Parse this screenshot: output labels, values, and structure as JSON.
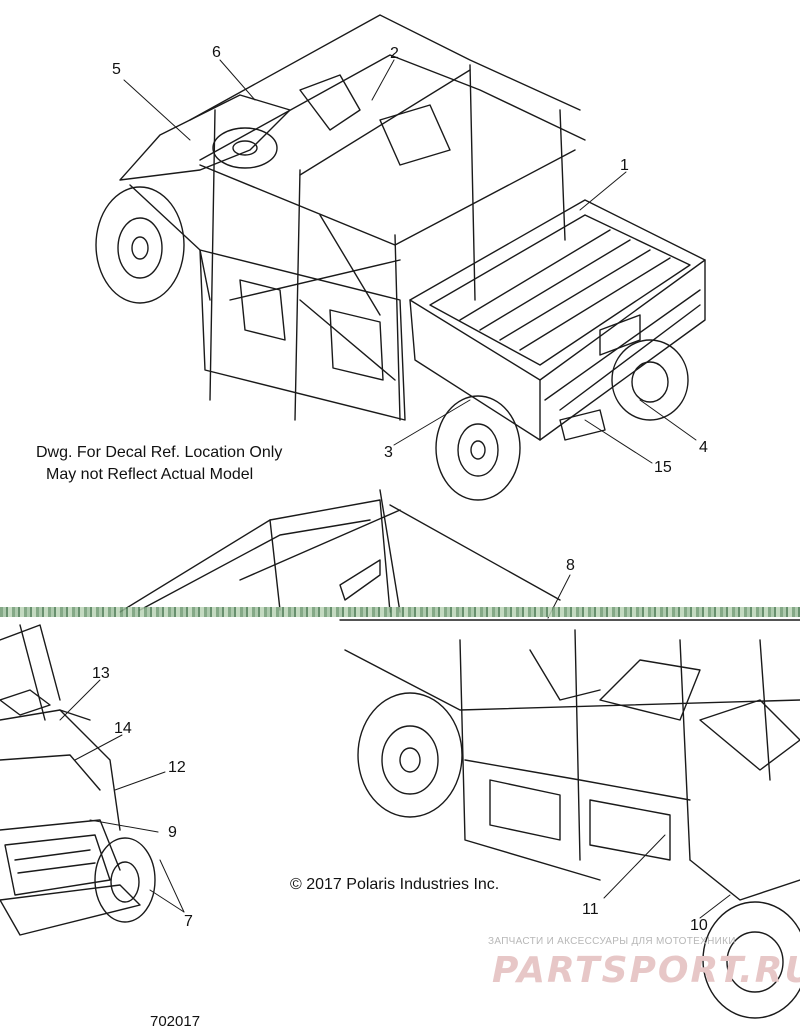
{
  "notes": {
    "line1": "Dwg. For Decal Ref. Location Only",
    "line2": "May not Reflect Actual Model",
    "copyright": "© 2017 Polaris Industries Inc.",
    "drawing_number": "702017"
  },
  "callouts": {
    "c1": "1",
    "c2": "2",
    "c3": "3",
    "c4": "4",
    "c5": "5",
    "c6": "6",
    "c7": "7",
    "c8": "8",
    "c9": "9",
    "c10": "10",
    "c11": "11",
    "c12": "12",
    "c13": "13",
    "c14": "14",
    "c15": "15"
  },
  "watermark": {
    "subtitle": "ЗАПЧАСТИ И АКСЕССУАРЫ ДЛЯ МОТОТЕХНИКИ",
    "logo": "PARTSPORT.RU"
  },
  "colors": {
    "line": "#1a1a1a",
    "band": "#7ea77f",
    "watermark": "#e7c7c7"
  }
}
